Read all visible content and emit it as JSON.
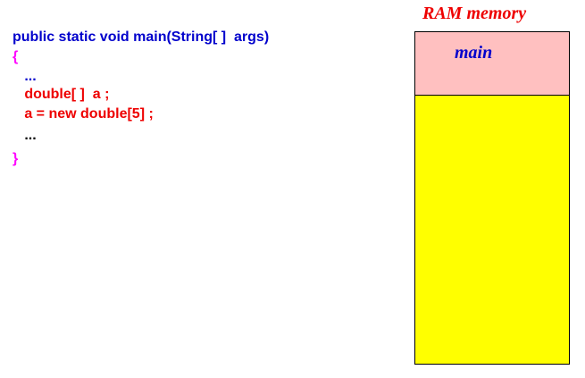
{
  "code": {
    "lines": [
      {
        "text": "public static void main(String[ ]  args)",
        "color": "#0000cc"
      },
      {
        "text": "{",
        "color": "#ff00ff"
      },
      {
        "text": "   ...",
        "color": "#0000cc"
      },
      {
        "text": "   double[ ]  a ;",
        "color": "#ee0000"
      },
      {
        "text": "   a = new double[5] ;",
        "color": "#ee0000"
      },
      {
        "text": "   ...",
        "color": "#000000"
      },
      {
        "text": "}",
        "color": "#ff00ff"
      }
    ]
  },
  "ram": {
    "title": "RAM memory",
    "title_color": "#ee0000",
    "frames": [
      {
        "label": "main",
        "label_color": "#0000cc",
        "fill": "#ffc0c0"
      }
    ],
    "free_fill": "#ffff00"
  }
}
